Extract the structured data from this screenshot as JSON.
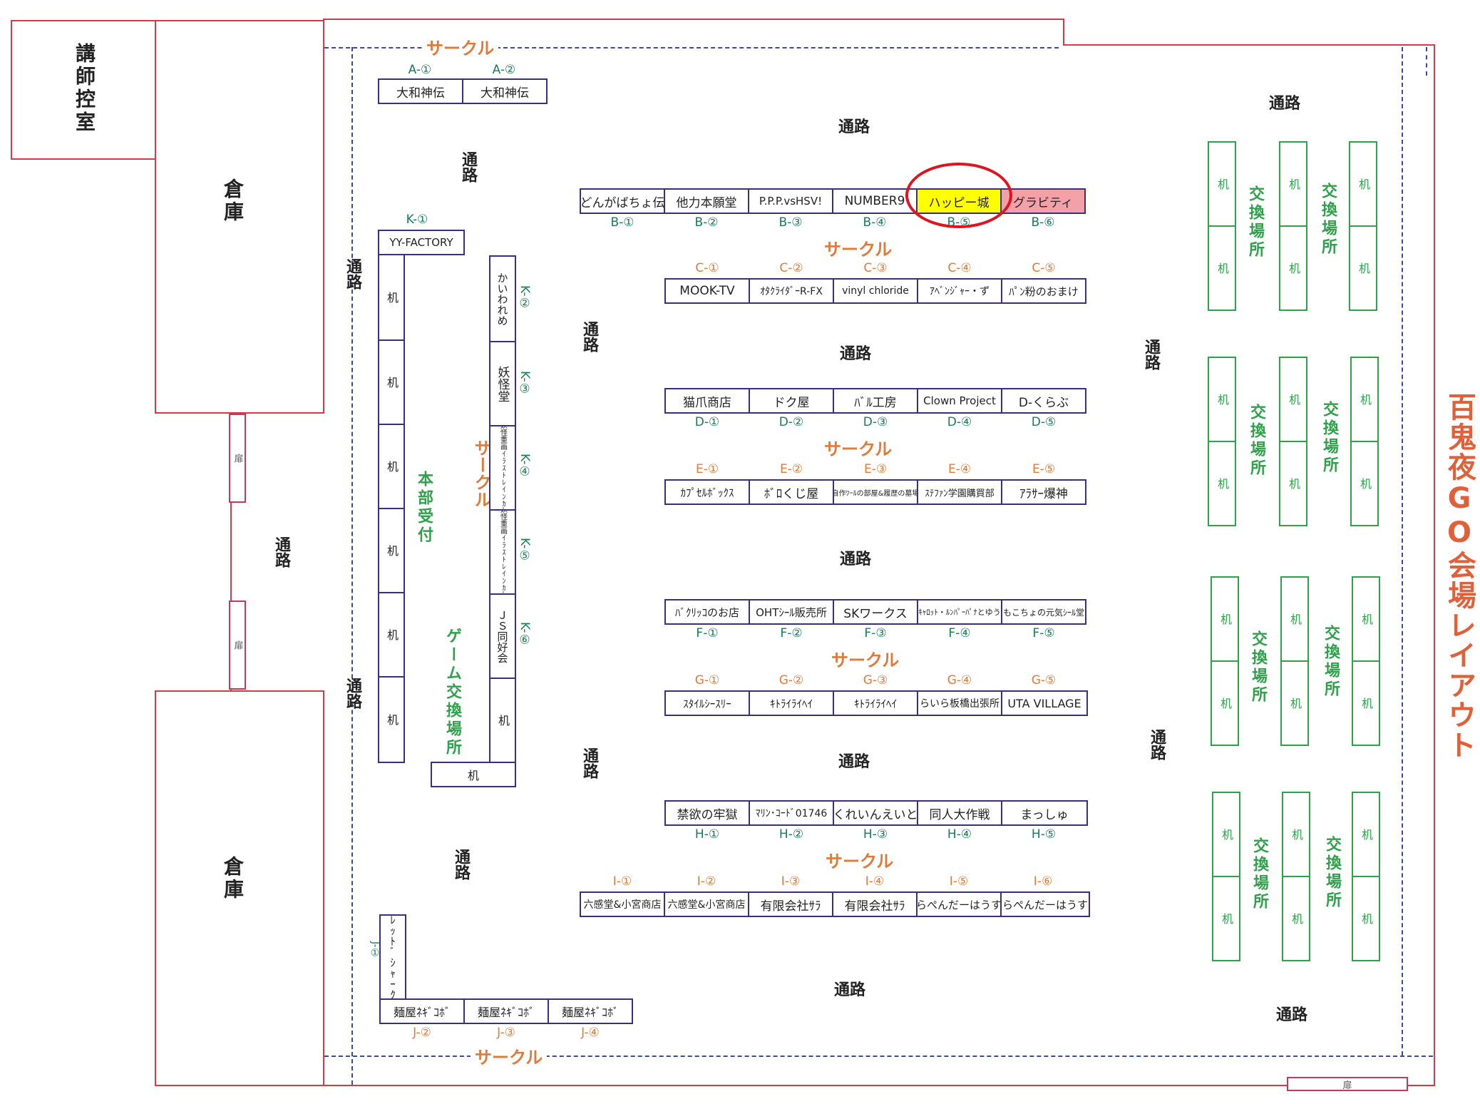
{
  "title": "百鬼夜GO会場レイアウト",
  "rooms": {
    "lecturer": "講師控室",
    "storage_top": "倉庫",
    "storage_bottom": "倉庫",
    "door": "扉"
  },
  "aisle": "通路",
  "circle": "サークル",
  "desk": "机",
  "exchange": "交換場所",
  "reception": "本部受付",
  "game_exchange": "ゲーム交換場所",
  "row_a": [
    {
      "code": "A-①",
      "name": "大和神伝"
    },
    {
      "code": "A-②",
      "name": "大和神伝"
    }
  ],
  "row_b": [
    {
      "code": "B-①",
      "name": "どんがばちょ伝"
    },
    {
      "code": "B-②",
      "name": "他力本願堂"
    },
    {
      "code": "B-③",
      "name": "P.P.P.vsHSV!"
    },
    {
      "code": "B-④",
      "name": "NUMBER9"
    },
    {
      "code": "B-⑤",
      "name": "ハッピー城"
    },
    {
      "code": "B-⑥",
      "name": "グラビティ"
    }
  ],
  "row_c": [
    {
      "code": "C-①",
      "name": "MOOK-TV"
    },
    {
      "code": "C-②",
      "name": "ｵﾀｸﾗｲﾀﾞｰR-FX"
    },
    {
      "code": "C-③",
      "name": "vinyl chloride"
    },
    {
      "code": "C-④",
      "name": "ｱﾍﾞﾝｼﾞｬｰ・ず"
    },
    {
      "code": "C-⑤",
      "name": "ﾊﾟﾝ粉のおまけ"
    }
  ],
  "row_d": [
    {
      "code": "D-①",
      "name": "猫爪商店"
    },
    {
      "code": "D-②",
      "name": "ドク屋"
    },
    {
      "code": "D-③",
      "name": "ﾊﾞﾙ工房"
    },
    {
      "code": "D-④",
      "name": "Clown Project"
    },
    {
      "code": "D-⑤",
      "name": "D-くらぶ"
    }
  ],
  "row_e": [
    {
      "code": "E-①",
      "name": "ｶﾌﾟｾﾙﾎﾞｯｸｽ"
    },
    {
      "code": "E-②",
      "name": "ﾎﾞﾛくじ屋"
    },
    {
      "code": "E-③",
      "name": "自作ﾂｰﾙの部屋&履歴の墓場"
    },
    {
      "code": "E-④",
      "name": "ｽﾃﾌｧﾝ学園購買部"
    },
    {
      "code": "E-⑤",
      "name": "ｱﾗｻｰ爆神"
    }
  ],
  "row_f": [
    {
      "code": "F-①",
      "name": "ﾊﾞｸﾘｯｺのお店"
    },
    {
      "code": "F-②",
      "name": "OHTｼｰﾙ販売所"
    },
    {
      "code": "F-③",
      "name": "SKワークス"
    },
    {
      "code": "F-④",
      "name": "ｷｬﾛｯﾄ・ﾙﾝﾊﾟｰﾊﾟﾅとゆう"
    },
    {
      "code": "F-⑤",
      "name": "もこちょの元気ｼｰﾙ堂"
    }
  ],
  "row_g": [
    {
      "code": "G-①",
      "name": "ｽﾀｲﾙｼｰｽﾘｰ"
    },
    {
      "code": "G-②",
      "name": "ｷﾄﾗｲﾗｲﾍｲ"
    },
    {
      "code": "G-③",
      "name": "ｷﾄﾗｲﾗｲﾍｲ"
    },
    {
      "code": "G-④",
      "name": "らいら板橋出張所"
    },
    {
      "code": "G-⑤",
      "name": "UTA VILLAGE"
    }
  ],
  "row_h": [
    {
      "code": "H-①",
      "name": "禁欲の牢獄"
    },
    {
      "code": "H-②",
      "name": "ﾏﾘﾝ･ｺｰﾄﾞ01746"
    },
    {
      "code": "H-③",
      "name": "くれいんえいと"
    },
    {
      "code": "H-④",
      "name": "同人大作戦"
    },
    {
      "code": "H-⑤",
      "name": "まっしゅ"
    }
  ],
  "row_i": [
    {
      "code": "I-①",
      "name": "六感堂&小宮商店"
    },
    {
      "code": "I-②",
      "name": "六感堂&小宮商店"
    },
    {
      "code": "I-③",
      "name": "有限会社ｻﾗ"
    },
    {
      "code": "I-④",
      "name": "有限会社ｻﾗ"
    },
    {
      "code": "I-⑤",
      "name": "らぺんだーはうす"
    },
    {
      "code": "I-⑥",
      "name": "らぺんだーはうす"
    }
  ],
  "row_j": [
    {
      "code": "J-①",
      "name": "ﾚｯﾄﾞｼｬｰｸ"
    },
    {
      "code": "J-②",
      "name": "麺屋ﾈｷﾞｺﾎﾞ"
    },
    {
      "code": "J-③",
      "name": "麺屋ﾈｷﾞｺﾎﾞ"
    },
    {
      "code": "J-④",
      "name": "麺屋ﾈｷﾞｺﾎﾞ"
    }
  ],
  "row_k": [
    {
      "code": "K-①",
      "name": "YY-FACTORY"
    },
    {
      "code": "K-②",
      "name": "かいわれめ"
    },
    {
      "code": "K-③",
      "name": "妖怪堂"
    },
    {
      "code": "K-④",
      "name": "ﾄﾞﾗ妖怪重画ｲﾗｽﾄﾚｲﾝｶﾞｲﾄﾞ"
    },
    {
      "code": "K-⑤",
      "name": "ﾄﾞﾗ妖怪重画ｲﾗｽﾄﾚｲﾝｶﾞｲﾄﾞ"
    },
    {
      "code": "K-⑥",
      "name": "ＪＳ同好会"
    }
  ],
  "colors": {
    "wall": "#d63a4a",
    "table": "#3a2f7a",
    "green": "#2ea14a",
    "orange": "#e07a3a",
    "highlight_yellow": "#ffff00",
    "highlight_pink": "#f4a0a8",
    "circle_marker": "#e0141e"
  }
}
